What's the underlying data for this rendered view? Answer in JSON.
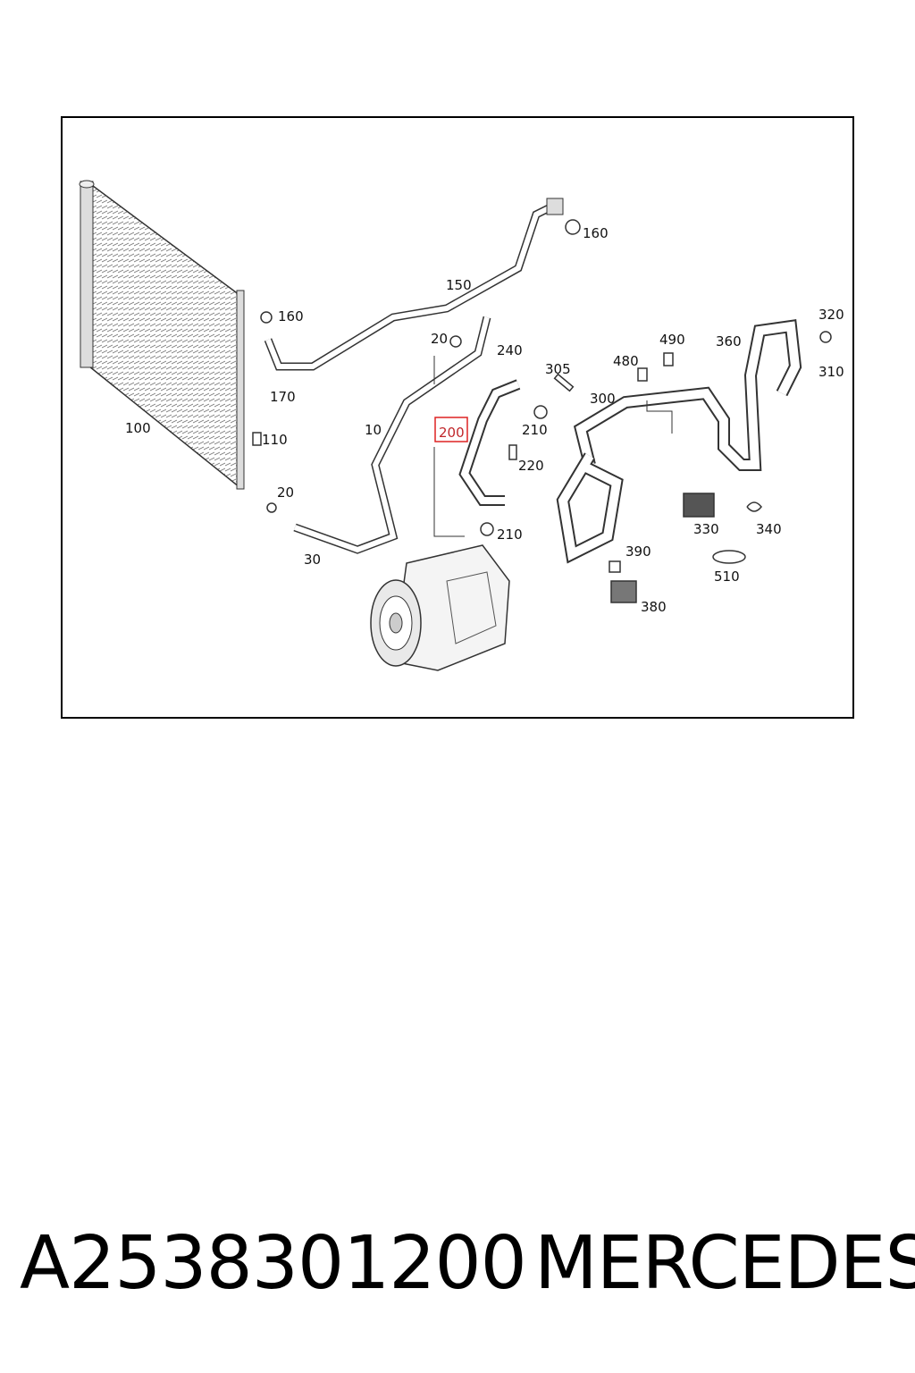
{
  "diagram": {
    "labels": [
      "100",
      "110",
      "160",
      "160",
      "150",
      "170",
      "20",
      "30",
      "10",
      "20",
      "240",
      "200",
      "210",
      "220",
      "210",
      "305",
      "300",
      "480",
      "490",
      "360",
      "320",
      "310",
      "390",
      "330",
      "340",
      "510",
      "380"
    ],
    "highlight": "200",
    "highlight_color": "#c0262a"
  },
  "caption": {
    "part_number": "A2538301200",
    "brand": "MERCEDES"
  }
}
